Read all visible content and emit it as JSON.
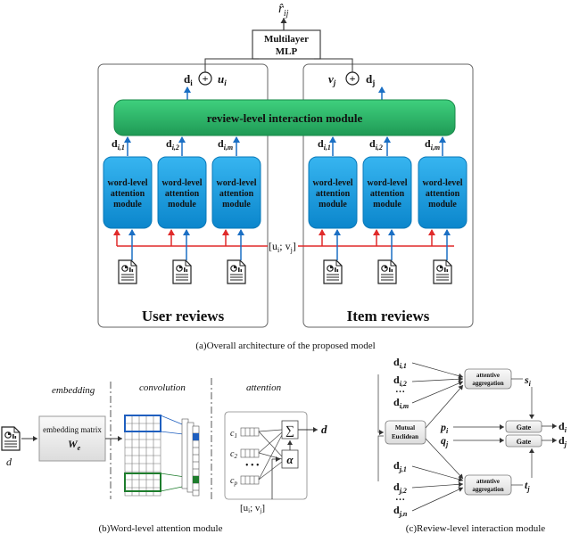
{
  "top": {
    "r_hat": "r̂",
    "r_hat_sub": "ij",
    "mlp_line1": "Multilayer",
    "mlp_line2": "MLP",
    "d_i": "d",
    "d_i_sub": "i",
    "plus": "+",
    "u_i": "u",
    "u_i_sub": "i",
    "v_j": "v",
    "v_j_sub": "j",
    "d_j": "d",
    "d_j_sub": "j",
    "review_module": "review-level interaction module",
    "d_labels_user": [
      {
        "base": "d",
        "sub": "i,1"
      },
      {
        "base": "d",
        "sub": "i,2"
      },
      {
        "base": "d",
        "sub": "i,m"
      }
    ],
    "d_labels_item": [
      {
        "base": "d",
        "sub": "i,1"
      },
      {
        "base": "d",
        "sub": "i,2"
      },
      {
        "base": "d",
        "sub": "i,m"
      }
    ],
    "word_module_lines": [
      "word-level",
      "attention",
      "module"
    ],
    "concat_label": "[u",
    "concat_label_mid": "; v",
    "concat_label_end": "]",
    "concat_sub_i": "i",
    "concat_sub_j": "j",
    "user_reviews": "User reviews",
    "item_reviews": "Item reviews",
    "caption_a": "(a)Overall architecture of the proposed model"
  },
  "bottom_left": {
    "embedding": "embedding",
    "convolution": "convolution",
    "attention": "attention",
    "embedding_matrix": "embedding matrix",
    "W_e": "W",
    "W_e_sub": "e",
    "doc_label": "d",
    "c1": "c",
    "c1_sub": "1",
    "c2": "c",
    "c2_sub": "2",
    "cp": "c",
    "cp_sub": "p",
    "dots": "• • •",
    "sigma": "∑",
    "alpha": "α",
    "output_d": "d",
    "uv": "[u",
    "uv_mid": "; v",
    "uv_end": "]",
    "uv_sub_i": "i",
    "uv_sub_j": "j",
    "caption_b": "(b)Word-level attention module"
  },
  "bottom_right": {
    "left_labels_top": [
      {
        "base": "d",
        "sub": "i,1"
      },
      {
        "base": "d",
        "sub": "i,2"
      },
      {
        "base": "…",
        "sub": ""
      },
      {
        "base": "d",
        "sub": "i,m"
      }
    ],
    "left_labels_bottom": [
      {
        "base": "d",
        "sub": "j,1"
      },
      {
        "base": "d",
        "sub": "j,2"
      },
      {
        "base": "…",
        "sub": ""
      },
      {
        "base": "d",
        "sub": "j,n"
      }
    ],
    "attentive": "attentive",
    "aggregation": "aggregation",
    "mutual": "Mutual",
    "euclidean": "Euclidean",
    "s_i": "s",
    "s_i_sub": "i",
    "p_i": "p",
    "p_i_sub": "i",
    "q_j": "q",
    "q_j_sub": "j",
    "t_j": "t",
    "t_j_sub": "j",
    "gate": "Gate",
    "out_d_i": "d",
    "out_d_i_sub": "i",
    "out_d_j": "d",
    "out_d_j_sub": "j",
    "caption_c": "(c)Review-level interaction module"
  },
  "colors": {
    "green_module": "#2fb56a",
    "blue_module": "#1fa2e6",
    "arrow_blue": "#1a6fc4",
    "arrow_red": "#e02a2a",
    "grid_blue": "#1f5fbf",
    "grid_green": "#1e7d2d"
  }
}
